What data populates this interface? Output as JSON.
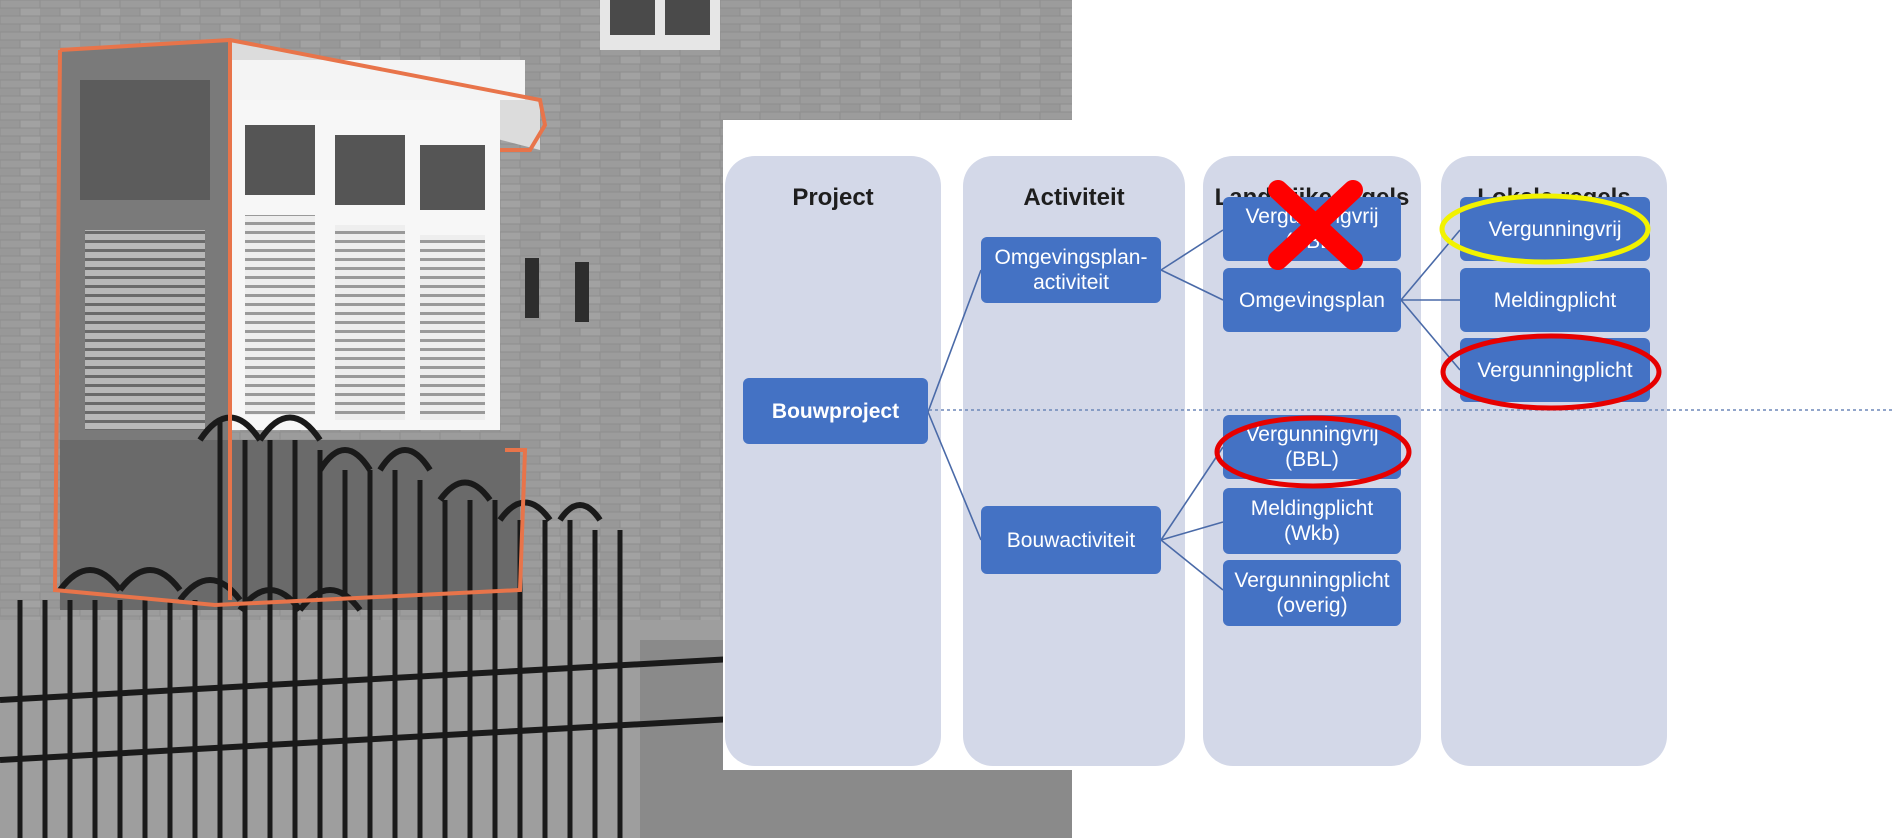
{
  "diagram": {
    "columns": [
      {
        "title": "Project"
      },
      {
        "title": "Activiteit"
      },
      {
        "title": "Landelijke regels"
      },
      {
        "title": "Lokale regels"
      }
    ],
    "boxes": {
      "bouwproject": "Bouwproject",
      "omgevingsplan_activiteit": "Omgevingsplan-\nactiviteit",
      "bouwactiviteit": "Bouwactiviteit",
      "landelijk_vergunningvrij_top": "Vergunningvrij\n(BBL)",
      "landelijk_omgevingsplan": "Omgevingsplan",
      "landelijk_vergunningvrij_bbl": "Vergunningvrij\n(BBL)",
      "landelijk_meldingplicht_wkb": "Meldingplicht\n(Wkb)",
      "landelijk_vergunningplicht_overig": "Vergunningplicht\n(overig)",
      "lokaal_vergunningvrij": "Vergunningvrij",
      "lokaal_meldingplicht": "Meldingplicht",
      "lokaal_vergunningplicht": "Vergunningplicht"
    },
    "markers": {
      "cross_color": "#ff0000",
      "yellow_circle_color": "#f2f200",
      "red_circle_color": "#e60000"
    }
  },
  "colors": {
    "column_bg": "#d3d8e8",
    "box_bg": "#4472c4",
    "box_text": "#ffffff",
    "photo_frame_outline": "#e8744a"
  }
}
